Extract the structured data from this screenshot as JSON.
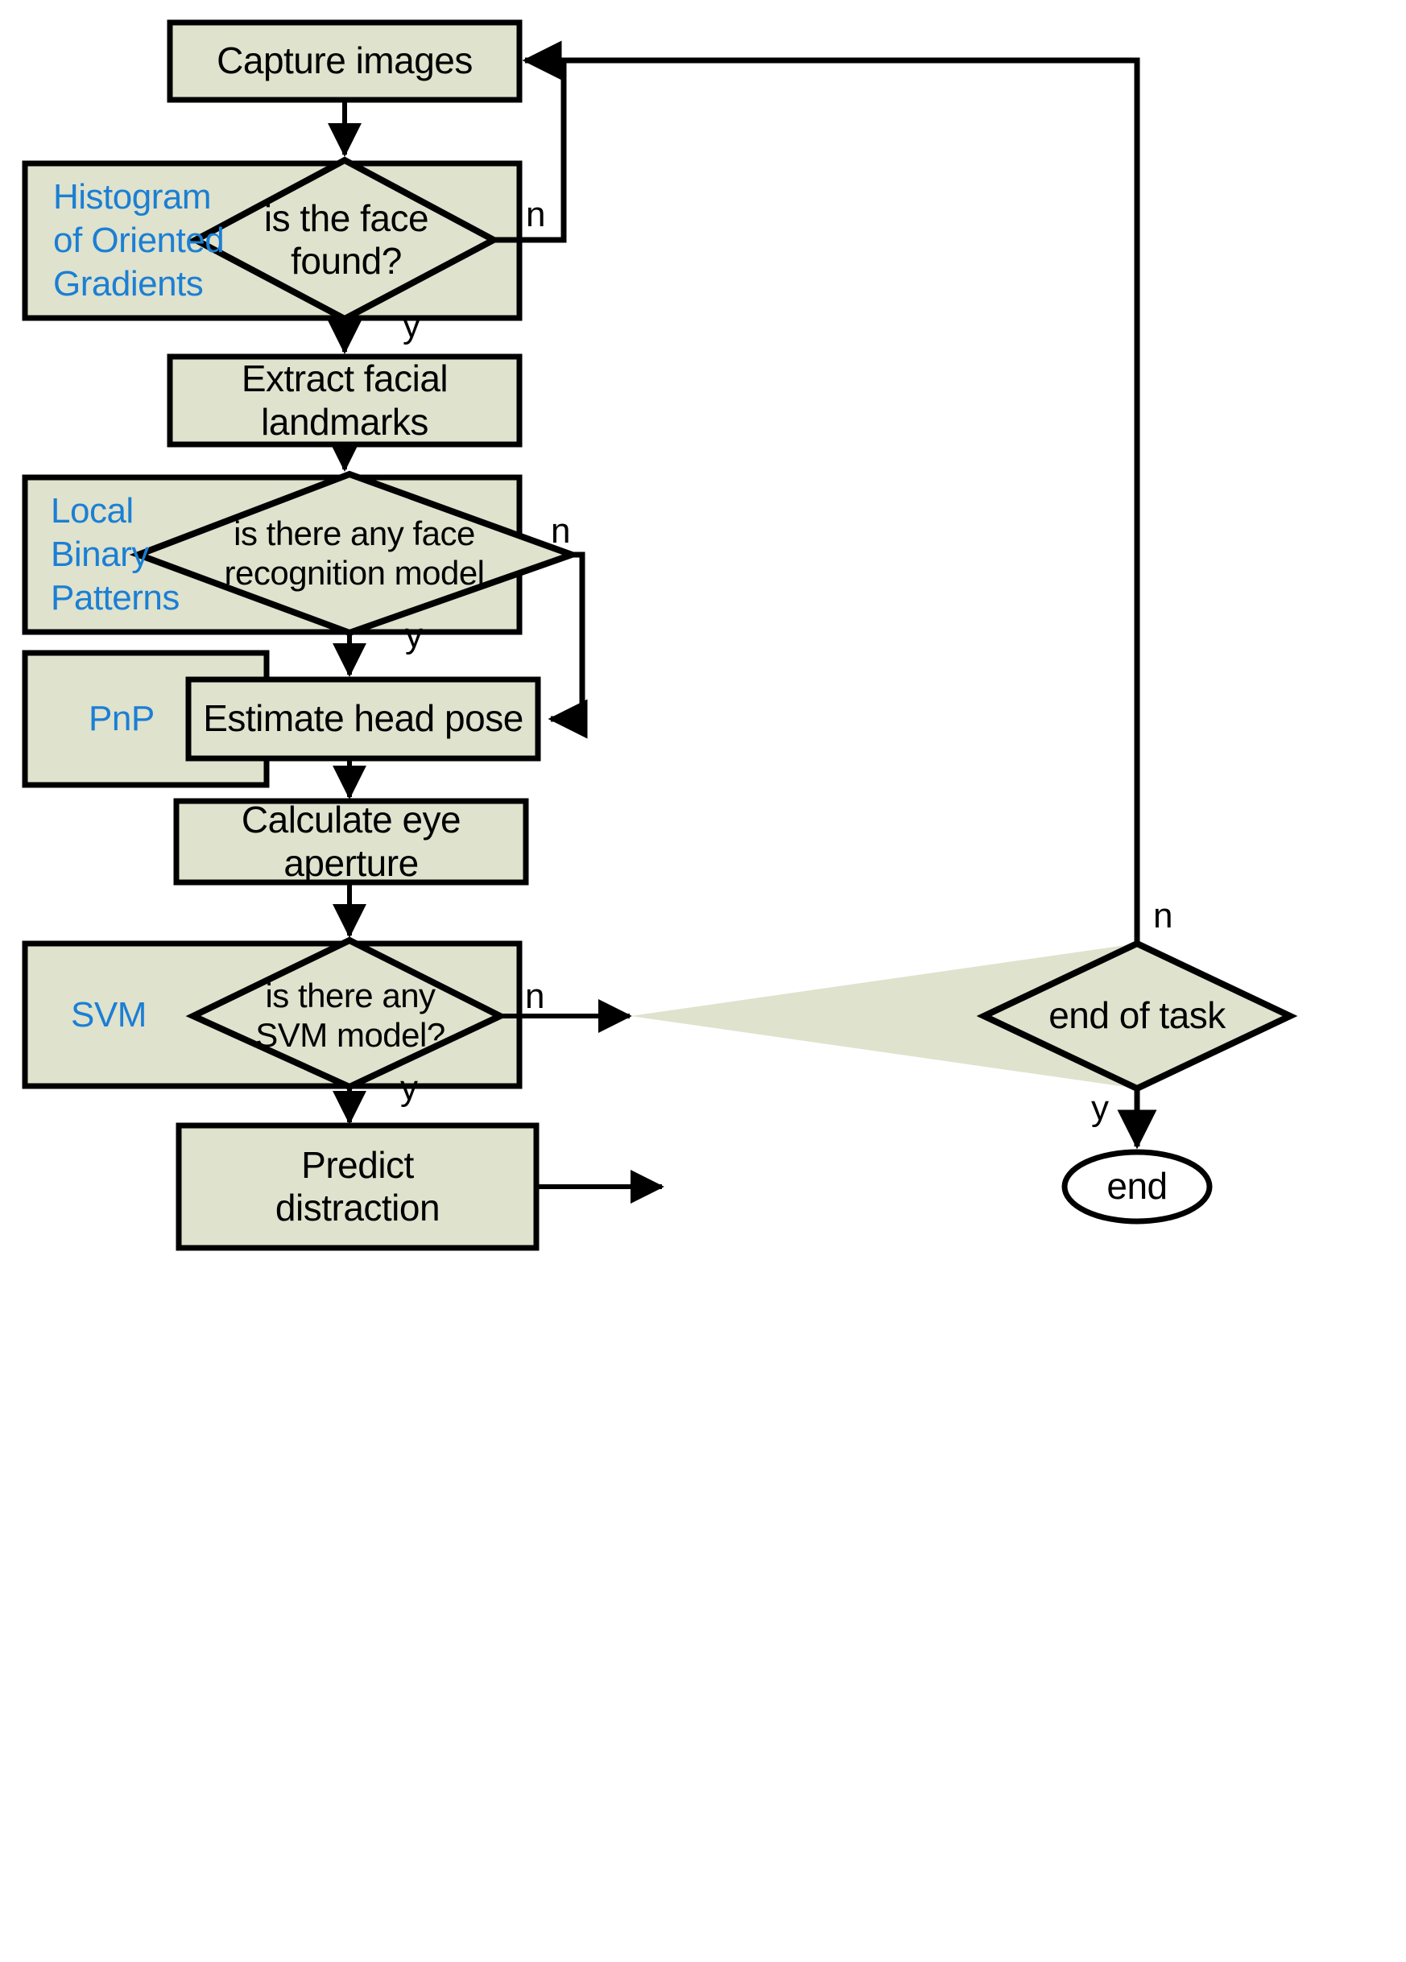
{
  "diagram": {
    "title": "Driver distraction detection pipeline flowchart",
    "colors": {
      "node_fill": "#dfe2cd",
      "node_stroke": "#000000",
      "algo_text": "#1b7fd4",
      "node_text": "#000000",
      "background": "#ffffff"
    }
  },
  "nodes": {
    "capture_images": {
      "label": "Capture images",
      "shape": "process"
    },
    "face_found": {
      "label": "is the face\nfound?",
      "shape": "decision"
    },
    "extract_landmarks": {
      "label": "Extract facial\nlandmarks",
      "shape": "process"
    },
    "face_recognition_model": {
      "label": "is there any face\nrecognition model",
      "shape": "decision"
    },
    "estimate_head_pose": {
      "label": "Estimate head pose",
      "shape": "process"
    },
    "calculate_eye_aperture": {
      "label": "Calculate eye\naperture",
      "shape": "process"
    },
    "svm_model": {
      "label": "is there any\nSVM model?",
      "shape": "decision"
    },
    "end_of_task": {
      "label": "end of task",
      "shape": "decision"
    },
    "predict_distraction": {
      "label": "Predict\ndistraction",
      "shape": "process"
    },
    "end": {
      "label": "end",
      "shape": "terminator"
    }
  },
  "algorithm_labels": {
    "hog": "Histogram\nof Oriented\nGradients",
    "lbp": "Local\nBinary\nPatterns",
    "pnp": "PnP",
    "svm": "SVM"
  },
  "edge_labels": {
    "face_found_no": "n",
    "face_found_yes": "y",
    "recognition_model_no": "n",
    "recognition_model_yes": "y",
    "svm_model_no": "n",
    "svm_model_yes": "y",
    "end_of_task_no": "n",
    "end_of_task_yes": "y"
  },
  "chart_data": {
    "type": "table",
    "title": "Driver distraction detection pipeline flowchart",
    "edges": [
      {
        "from": "capture_images",
        "to": "face_found",
        "label": ""
      },
      {
        "from": "face_found",
        "to": "capture_images",
        "label": "n"
      },
      {
        "from": "face_found",
        "to": "extract_landmarks",
        "label": "y"
      },
      {
        "from": "extract_landmarks",
        "to": "face_recognition_model",
        "label": ""
      },
      {
        "from": "face_recognition_model",
        "to": "estimate_head_pose",
        "label": "y"
      },
      {
        "from": "face_recognition_model",
        "to": "estimate_head_pose",
        "label": "n"
      },
      {
        "from": "estimate_head_pose",
        "to": "calculate_eye_aperture",
        "label": ""
      },
      {
        "from": "calculate_eye_aperture",
        "to": "svm_model",
        "label": ""
      },
      {
        "from": "svm_model",
        "to": "end_of_task",
        "label": "n"
      },
      {
        "from": "svm_model",
        "to": "predict_distraction",
        "label": "y"
      },
      {
        "from": "predict_distraction",
        "to": "end",
        "label": ""
      },
      {
        "from": "end_of_task",
        "to": "capture_images",
        "label": "n"
      },
      {
        "from": "end_of_task",
        "to": "end",
        "label": "y"
      }
    ]
  }
}
